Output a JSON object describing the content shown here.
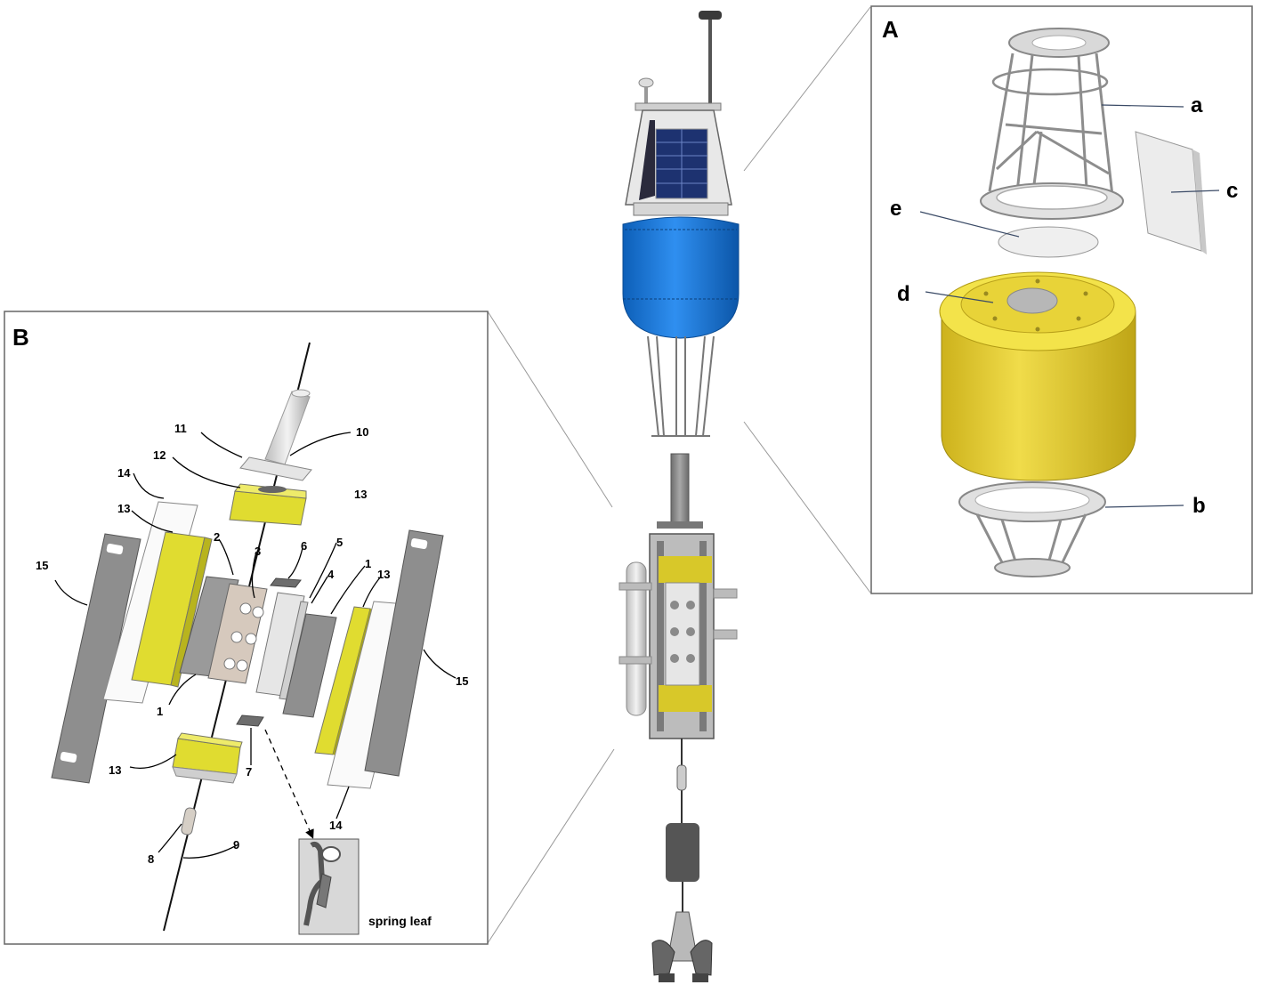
{
  "panel_a": {
    "title": "A",
    "labels": {
      "a": "a",
      "b": "b",
      "c": "c",
      "d": "d",
      "e": "e"
    }
  },
  "panel_b": {
    "title": "B",
    "labels": {
      "n1_left": "1",
      "n1_right": "1",
      "n2": "2",
      "n3": "3",
      "n4": "4",
      "n5": "5",
      "n6": "6",
      "n7": "7",
      "n8": "8",
      "n9": "9",
      "n10": "10",
      "n11": "11",
      "n12": "12",
      "n13_top": "13",
      "n13_left": "13",
      "n13_right": "13",
      "n13_bottom": "13",
      "n14_top": "14",
      "n14_bottom": "14",
      "n15_left": "15",
      "n15_right": "15"
    },
    "inset_caption": "spring leaf"
  },
  "colors": {
    "buoy_blue": "#1e78d8",
    "float_yellow": "#e3cc2a",
    "part_yellow": "#d8d838",
    "frame_grey": "#8a8a8a",
    "dark_grey": "#5a5a5a",
    "frame_box": "#666666"
  }
}
